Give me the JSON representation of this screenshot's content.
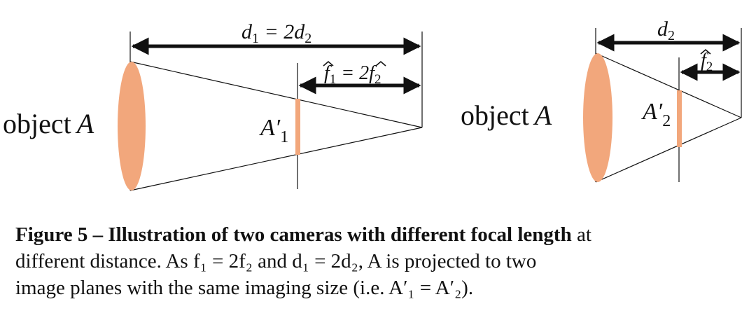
{
  "figure": {
    "left_panel": {
      "object_label": "object",
      "object_var": "A",
      "distance_label": "d",
      "distance_sub": "1",
      "distance_eq": " = 2d",
      "distance_eq_sub": "2",
      "focal_label": "f",
      "focal_sub": "1",
      "focal_eq": " = 2f",
      "focal_eq_sub": "2",
      "image_label": "A′",
      "image_sub": "1"
    },
    "right_panel": {
      "object_label": "object",
      "object_var": "A",
      "distance_label": "d",
      "distance_sub": "2",
      "focal_label": "f",
      "focal_sub": "2",
      "image_label": "A′",
      "image_sub": "2"
    },
    "colors": {
      "object_fill": "#F2A77C",
      "line": "#111111"
    }
  },
  "caption": {
    "lead": "Figure 5 – Illustration of two cameras with different focal length",
    "line1_rest": " at",
    "line2": "different distance. As f₁ = 2f₂ and d₁ = 2d₂, A is projected to two",
    "line3": "image planes with the same imaging size (i.e. A′₁ = A′₂)."
  }
}
